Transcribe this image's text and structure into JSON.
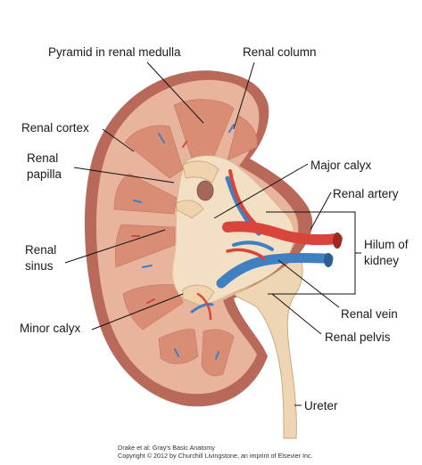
{
  "labels": {
    "pyramid": "Pyramid in renal medulla",
    "renal_column": "Renal column",
    "renal_cortex": "Renal cortex",
    "renal_papilla_1": "Renal",
    "renal_papilla_2": "papilla",
    "major_calyx": "Major calyx",
    "renal_artery": "Renal artery",
    "renal_sinus_1": "Renal",
    "renal_sinus_2": "sinus",
    "hilum_1": "Hilum of",
    "hilum_2": "kidney",
    "minor_calyx": "Minor calyx",
    "renal_vein": "Renal vein",
    "renal_pelvis": "Renal pelvis",
    "ureter": "Ureter"
  },
  "credit": {
    "line1": "Drake et al: Gray's Basic Anatomy",
    "line2": "Copyright © 2012 by Churchill Livingstone, an imprint of Elsevier Inc."
  },
  "colors": {
    "capsule": "#b9695a",
    "cortex": "#e9b49e",
    "medulla": "#d98d74",
    "sinus": "#f2dfc4",
    "artery": "#d9453a",
    "vein": "#3f7fc2",
    "ureter": "#eed6b4"
  }
}
